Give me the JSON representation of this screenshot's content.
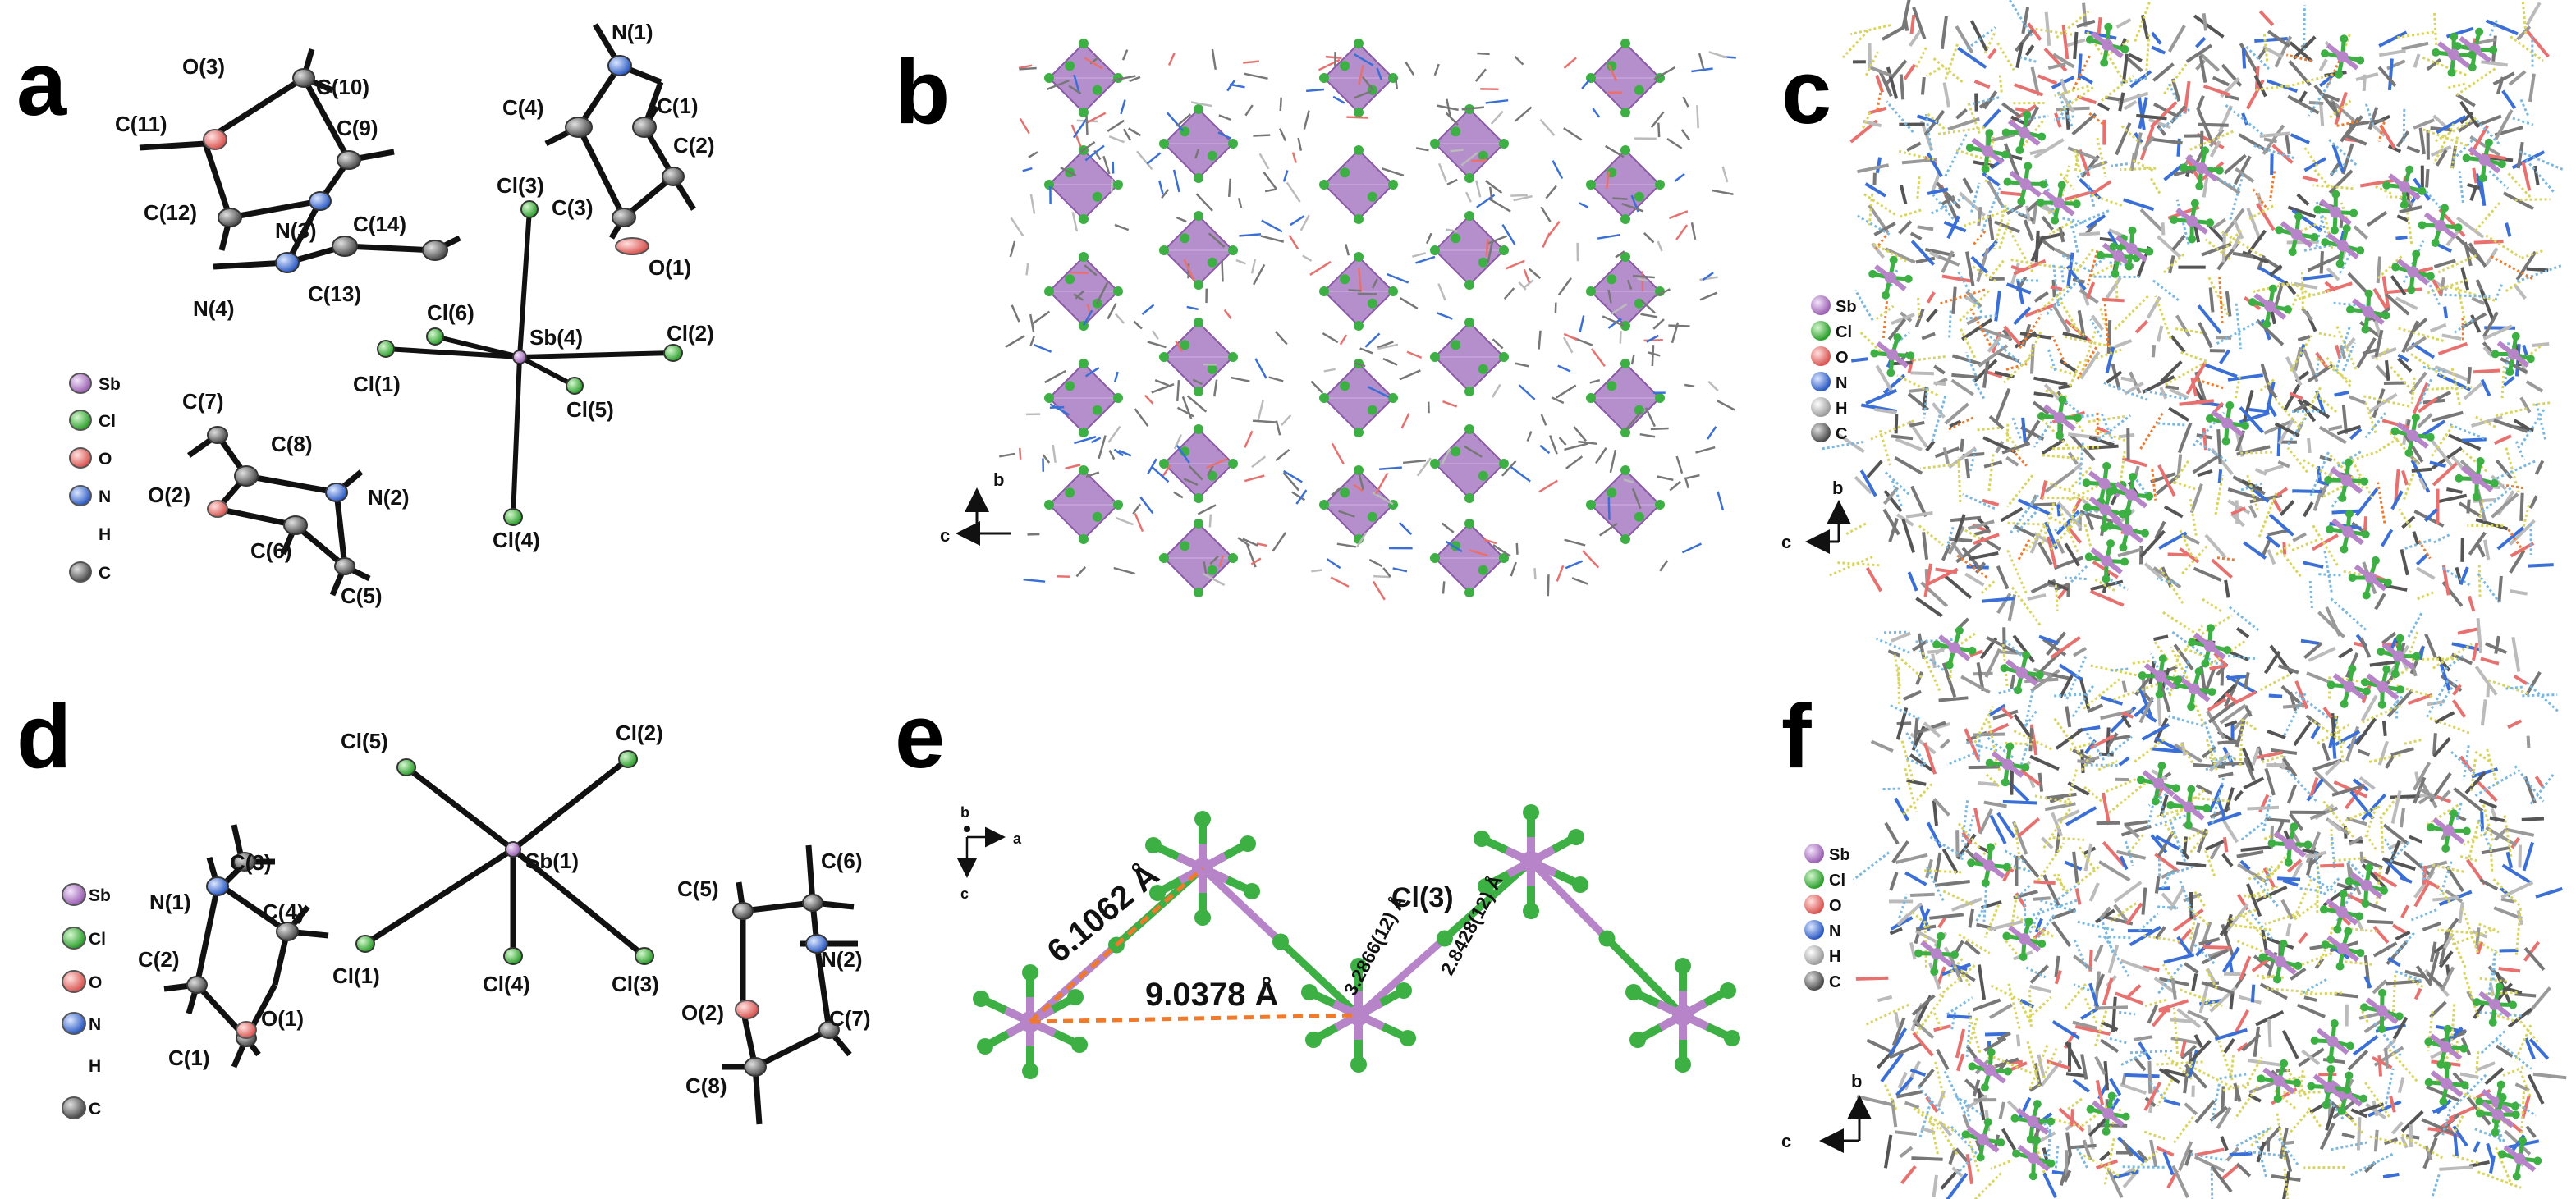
{
  "panels": {
    "a": {
      "letter": "a",
      "atoms": {
        "O3": "O(3)",
        "C10": "C(10)",
        "C11": "C(11)",
        "C9": "C(9)",
        "C12": "C(12)",
        "N3": "N(3)",
        "C14": "C(14)",
        "N4": "N(4)",
        "C13": "C(13)",
        "N1": "N(1)",
        "C4": "C(4)",
        "C1": "C(1)",
        "C2": "C(2)",
        "Cl3": "Cl(3)",
        "C3": "C(3)",
        "O1": "O(1)",
        "Cl6": "Cl(6)",
        "Sb4": "Sb(4)",
        "Cl2": "Cl(2)",
        "Cl1": "Cl(1)",
        "Cl5": "Cl(5)",
        "Cl4": "Cl(4)",
        "C7": "C(7)",
        "C8": "C(8)",
        "O2": "O(2)",
        "N2": "N(2)",
        "C6": "C(6)",
        "C5": "C(5)"
      },
      "legend": [
        "Sb",
        "Cl",
        "O",
        "N",
        "H",
        "C"
      ]
    },
    "b": {
      "letter": "b",
      "axis_up": "b",
      "axis_left": "c"
    },
    "c": {
      "letter": "c",
      "legend": [
        "Sb",
        "Cl",
        "O",
        "N",
        "H",
        "C"
      ],
      "axis_up": "b",
      "axis_left": "c"
    },
    "d": {
      "letter": "d",
      "atoms": {
        "Cl5": "Cl(5)",
        "Cl2": "Cl(2)",
        "Sb1": "Sb(1)",
        "C3": "C(3)",
        "N1": "N(1)",
        "C4": "C(4)",
        "C2": "C(2)",
        "O1": "O(1)",
        "C1": "C(1)",
        "Cl1": "Cl(1)",
        "Cl4": "Cl(4)",
        "Cl3": "Cl(3)",
        "C5": "C(5)",
        "C6": "C(6)",
        "N2": "N(2)",
        "O2": "O(2)",
        "C7": "C(7)",
        "C8": "C(8)"
      },
      "legend": [
        "Sb",
        "Cl",
        "O",
        "N",
        "H",
        "C"
      ]
    },
    "e": {
      "letter": "e",
      "axes": {
        "b": "b",
        "a": "a",
        "c": "c"
      },
      "distance_sb_sb_diag": "6.1062 Å",
      "distance_sb_sb_horiz": "9.0378 Å",
      "cl3_label": "Cl(3)",
      "bond_long": "3.2866(12) Å",
      "bond_short": "2.8428(12) Å"
    },
    "f": {
      "letter": "f",
      "legend": [
        "Sb",
        "Cl",
        "O",
        "N",
        "H",
        "C"
      ],
      "axis_up": "b",
      "axis_left": "c"
    }
  },
  "colors": {
    "Sb": "#b784c9",
    "Cl": "#3cb043",
    "Cl_ellipsoid": "#32e032",
    "O": "#e8716f",
    "N": "#3a6fd8",
    "H": "#e6e6e6",
    "C": "#6f6f6f",
    "octahedron": "#a77bc2",
    "dash_orange": "#f07a2a",
    "hbond_yellow": "#d9d45a",
    "hbond_blue": "#7ab8e0"
  }
}
